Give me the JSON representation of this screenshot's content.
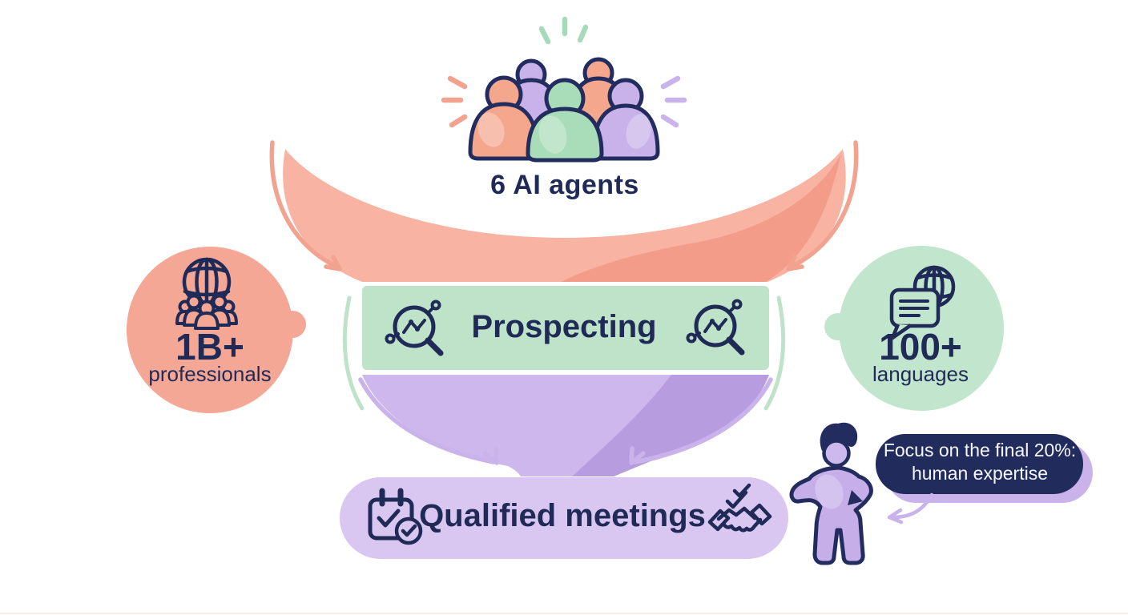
{
  "top_group": {
    "icon": "team-icon",
    "label": "6 AI agents"
  },
  "funnel": {
    "stage_top": {
      "name": "input-stage",
      "color_light": "#F9B3A2",
      "color_dark": "#F49C8A"
    },
    "stage_mid": {
      "label": "Prospecting",
      "color": "#BEE3C8",
      "icon": "magnifier-chart-icon"
    },
    "stage_bottom": {
      "name": "narrowing-stage",
      "color_light": "#CDB7EC",
      "color_dark": "#B79CE0"
    }
  },
  "result_pill": {
    "label": "Qualified meetings",
    "color": "#D9C7F2",
    "left_icon": "calendar-check-icon",
    "right_icon": "handshake-icon"
  },
  "stat_left": {
    "value": "1B+",
    "label": "professionals",
    "color": "#F5A796",
    "icon": "globe-crowd-icon"
  },
  "stat_right": {
    "value": "100+",
    "label": "languages",
    "color": "#C2E5CE",
    "icon": "chat-globe-icon"
  },
  "callout": {
    "line1": "Focus on the final 20%:",
    "line2": "human expertise",
    "bg_color": "#222C5C",
    "text_color": "#F6F7FC",
    "icon": "person-gesturing-icon"
  },
  "accent_colors": {
    "navy": "#1F2A56",
    "salmon_arrow": "#F2A390",
    "purple_arrow": "#C9B3EA",
    "mint_ray": "#A5DBBA"
  }
}
